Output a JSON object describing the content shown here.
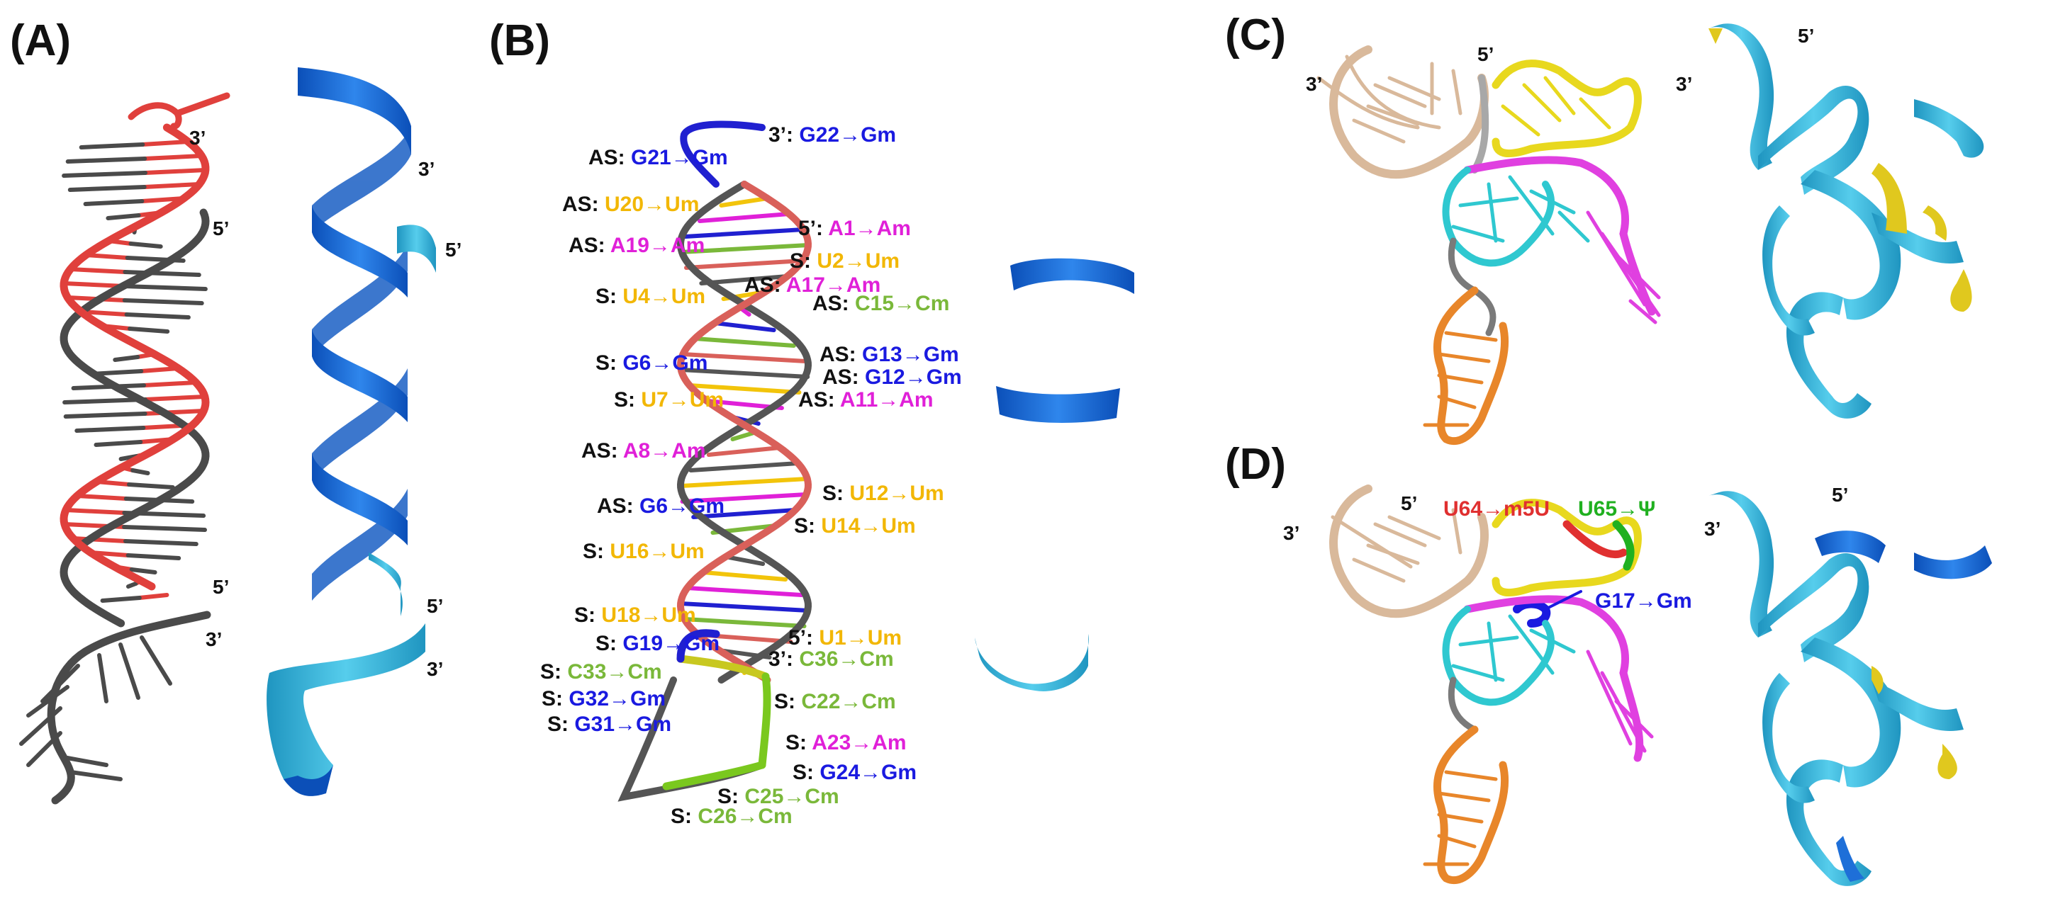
{
  "panels": {
    "a": "(A)",
    "b": "(B)",
    "c": "(C)",
    "d": "(D)"
  },
  "colors": {
    "sense_strand": "#e0403c",
    "antisense_strand": "#4a4a4a",
    "helix_blue": "#1e6fd8",
    "helix_cyan": "#37b5dc",
    "um": "#f2b705",
    "am": "#e020d8",
    "gm": "#1a1ae0",
    "cm": "#7ab83a",
    "trna_acceptor": "#d9b99b",
    "trna_d_arm": "#e8d81e",
    "trna_anticodon": "#e8862a",
    "trna_tpsi": "#e040e0",
    "trna_core": "#2fc8d0",
    "m5u": "#e03030",
    "psi": "#20b020"
  },
  "end_labels": {
    "three_prime": "3’",
    "five_prime": "5’"
  },
  "panel_b_modifications": [
    {
      "prefix": "3’:",
      "text": "G22→Gm",
      "color": "gm"
    },
    {
      "prefix": "AS:",
      "text": "G21→Gm",
      "color": "gm"
    },
    {
      "prefix": "AS:",
      "text": "U20→Um",
      "color": "um"
    },
    {
      "prefix": "5’:",
      "text": "A1→Am",
      "color": "am"
    },
    {
      "prefix": "AS:",
      "text": "A19→Am",
      "color": "am"
    },
    {
      "prefix": "S:",
      "text": "U2→Um",
      "color": "um"
    },
    {
      "prefix": "AS:",
      "text": "A17→Am",
      "color": "am"
    },
    {
      "prefix": "S:",
      "text": "U4→Um",
      "color": "um"
    },
    {
      "prefix": "AS:",
      "text": "C15→Cm",
      "color": "cm"
    },
    {
      "prefix": "AS:",
      "text": "G13→Gm",
      "color": "gm"
    },
    {
      "prefix": "S:",
      "text": "G6→Gm",
      "color": "gm"
    },
    {
      "prefix": "AS:",
      "text": "G12→Gm",
      "color": "gm"
    },
    {
      "prefix": "S:",
      "text": "U7→Um",
      "color": "um"
    },
    {
      "prefix": "AS:",
      "text": "A11→Am",
      "color": "am"
    },
    {
      "prefix": "AS:",
      "text": "A8→Am",
      "color": "am"
    },
    {
      "prefix": "S:",
      "text": "U12→Um",
      "color": "um"
    },
    {
      "prefix": "AS:",
      "text": "G6→Gm",
      "color": "gm"
    },
    {
      "prefix": "S:",
      "text": "U14→Um",
      "color": "um"
    },
    {
      "prefix": "S:",
      "text": "U16→Um",
      "color": "um"
    },
    {
      "prefix": "S:",
      "text": "U18→Um",
      "color": "um"
    },
    {
      "prefix": "5’:",
      "text": "U1→Um",
      "color": "um"
    },
    {
      "prefix": "S:",
      "text": "G19→Gm",
      "color": "gm"
    },
    {
      "prefix": "3’:",
      "text": "C36→Cm",
      "color": "cm"
    },
    {
      "prefix": "S:",
      "text": "C33→Cm",
      "color": "cm"
    },
    {
      "prefix": "S:",
      "text": "G32→Gm",
      "color": "gm"
    },
    {
      "prefix": "S:",
      "text": "C22→Cm",
      "color": "cm"
    },
    {
      "prefix": "S:",
      "text": "G31→Gm",
      "color": "gm"
    },
    {
      "prefix": "S:",
      "text": "A23→Am",
      "color": "am"
    },
    {
      "prefix": "S:",
      "text": "G24→Gm",
      "color": "gm"
    },
    {
      "prefix": "S:",
      "text": "C25→Cm",
      "color": "cm"
    },
    {
      "prefix": "S:",
      "text": "C26→Cm",
      "color": "cm"
    }
  ],
  "panel_d_modifications": [
    {
      "text": "U64→m5U",
      "color": "m5u"
    },
    {
      "text": "U65→Ψ",
      "color": "psi"
    },
    {
      "text": "G17→Gm",
      "color": "gm"
    }
  ]
}
